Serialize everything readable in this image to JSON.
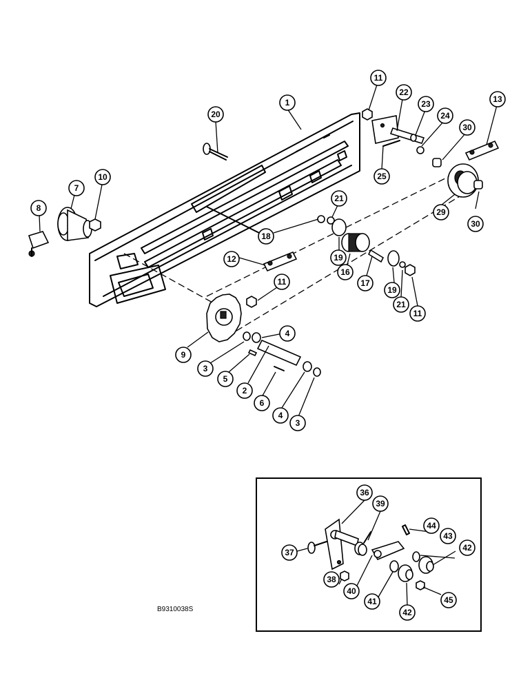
{
  "figure_code": "B9310038S",
  "callouts": {
    "c1": "1",
    "c2": "2",
    "c3a": "3",
    "c3b": "3",
    "c4a": "4",
    "c4b": "4",
    "c5": "5",
    "c6": "6",
    "c7": "7",
    "c8": "8",
    "c9": "9",
    "c10": "10",
    "c11a": "11",
    "c11b": "11",
    "c11c": "11",
    "c12": "12",
    "c13": "13",
    "c16": "16",
    "c17": "17",
    "c18": "18",
    "c19a": "19",
    "c19b": "19",
    "c20": "20",
    "c21a": "21",
    "c21b": "21",
    "c22": "22",
    "c23": "23",
    "c24": "24",
    "c25": "25",
    "c29": "29",
    "c30a": "30",
    "c30b": "30",
    "c36": "36",
    "c37": "37",
    "c38": "38",
    "c39": "39",
    "c40": "40",
    "c41": "41",
    "c42a": "42",
    "c42b": "42",
    "c43": "43",
    "c44": "44",
    "c45": "45"
  }
}
